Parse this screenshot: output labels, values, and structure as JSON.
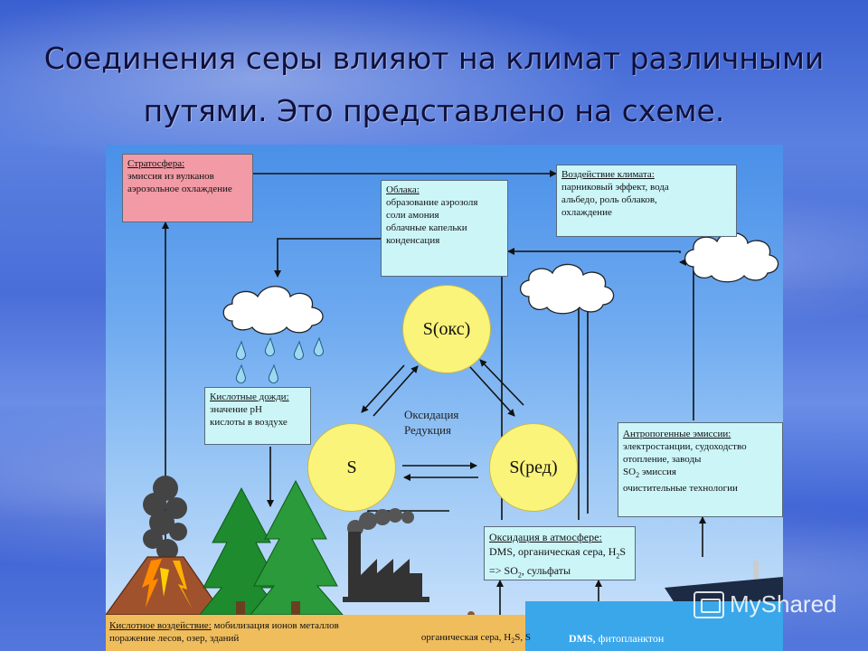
{
  "slide": {
    "title_line1": "Соединения серы влияют на климат различными",
    "title_line2": "путями. Это представлено на схеме."
  },
  "diagram": {
    "stratosphere": {
      "heading": "Стратосфера:",
      "line1": "эмиссия из вулканов",
      "line2": "аэрозольное охлаждение"
    },
    "climate_impact": {
      "heading": "Воздействие климата:",
      "line1": "парниковый эффект, вода",
      "line2": "альбедо, роль облаков,",
      "line3": "охлаждение"
    },
    "clouds": {
      "heading": "Облака:",
      "line1": "образование аэрозоля",
      "line2": "соли амония",
      "line3": "облачные капельки",
      "line4": "конденсация"
    },
    "acid_rain": {
      "heading": "Кислотные дожди:",
      "line1": "значение pH",
      "line2": "кислоты в воздухе"
    },
    "anthropogenic": {
      "heading": "Антропогенные эмиссии:",
      "line1": "электростанции, судоходство",
      "line2": "отопление, заводы",
      "line3_pre": "SO",
      "line3_sub": "2",
      "line3_post": " эмиссия",
      "line4": "очистительные технологии"
    },
    "oxidation_atm": {
      "heading": "Оксидация в атмосфере:",
      "line2_pre": "DMS, органическая сера, H",
      "line2_sub": "2",
      "line2_post": "S",
      "line3_pre": "=> SO",
      "line3_sub": "2",
      "line3_post": ", сульфаты"
    },
    "cycle": {
      "s_ox": "S(окс)",
      "s": "S",
      "s_red": "S(ред)",
      "oxidation": "Оксидация",
      "reduction": "Редукция"
    },
    "soil": {
      "heading": "Кислотное воздействие:",
      "line1_rest": " мобилизация ионов металлов",
      "line2": "поражение лесов, озер, зданий",
      "sources_pre": "органическая сера, H",
      "sources_sub": "2",
      "sources_post": "S, S"
    },
    "sea": {
      "dms": "DMS,",
      "phyto": " фитопланктон"
    }
  },
  "watermark": {
    "text": "MyShared"
  },
  "colors": {
    "box_fill": "#ccf5f8",
    "stratosphere_fill": "#f29aa5",
    "sun_fill": "#fbf47a",
    "soil": "#f0bd5c",
    "sea": "#3aa7ea"
  }
}
